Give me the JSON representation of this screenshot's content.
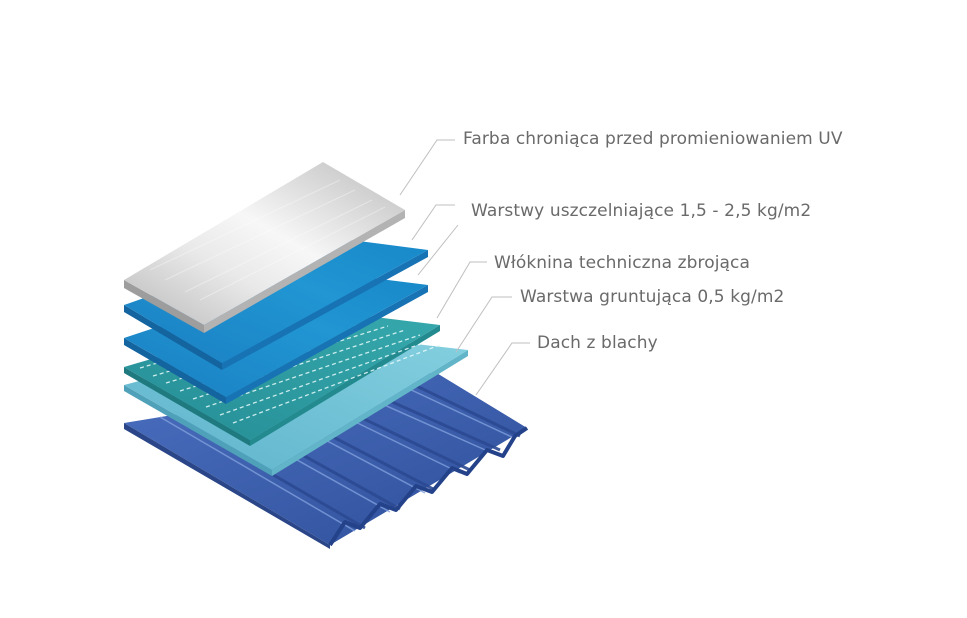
{
  "layers": [
    {
      "id": "uv-paint",
      "label": "Farba chroniąca przed promieniowaniem UV",
      "color": "#c8c8c8"
    },
    {
      "id": "sealing",
      "label": "Warstwy uszczelniające 1,5 - 2,5 kg/m2",
      "color": "#1f8ccc"
    },
    {
      "id": "fleece",
      "label": "Włóknina techniczna zbrojąca",
      "color": "#2a9aa0"
    },
    {
      "id": "primer",
      "label": "Warstwa gruntująca 0,5 kg/m2",
      "color": "#6fc2d6"
    },
    {
      "id": "metal-roof",
      "label": "Dach z blachy",
      "color": "#3a5fae"
    }
  ],
  "colors": {
    "text": "#6a6a6a",
    "leader": "#bfbfbf"
  }
}
